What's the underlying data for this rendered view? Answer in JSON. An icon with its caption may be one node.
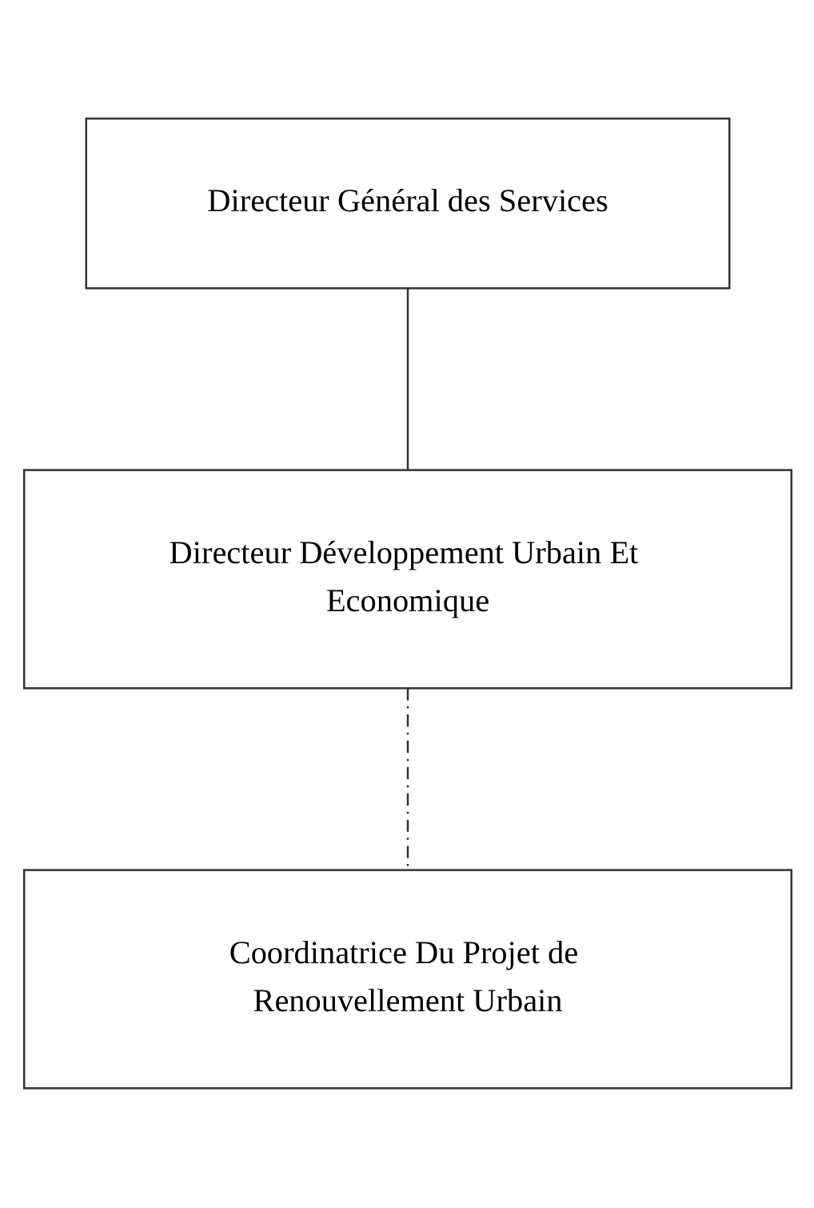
{
  "diagram": {
    "nodes": [
      {
        "text": [
          "Directeur Général des Services"
        ]
      },
      {
        "text": [
          "Directeur Développement Urbain Et Economique"
        ]
      },
      {
        "text": [
          "Coordinatrice Du Projet de Renouvellement Urbain"
        ]
      }
    ],
    "edges": [
      {
        "from": 0,
        "to": 1,
        "arrow": "none"
      },
      {
        "from": 1,
        "to": 2,
        "arrow": "none",
        "style": "dashed"
      }
    ]
  }
}
